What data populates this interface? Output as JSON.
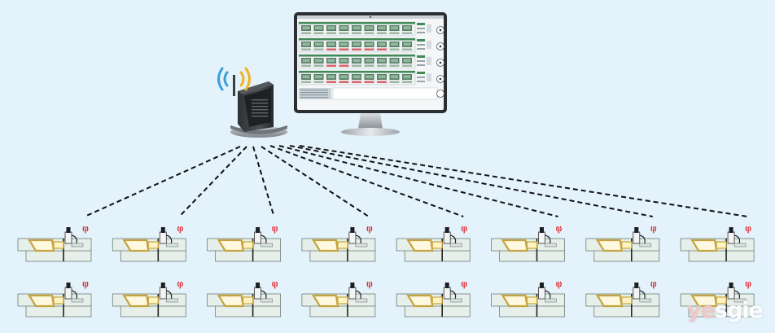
{
  "watermark": {
    "text": "yesgie",
    "lead": "ye",
    "tail": "sgie"
  },
  "colors": {
    "background": "#e3f2fb",
    "monitor_frame": "#2b2f33",
    "router_body": "#3a3d42",
    "link_line": "#111111",
    "wifi_blue": "#3a9fd8",
    "wifi_yellow": "#f2b120",
    "signal_red": "#e0262c",
    "mold_outline": "#c4a43e",
    "machine_body": "#e6efe9"
  },
  "diagram": {
    "hub": "wifi-router",
    "monitor": {
      "panels": 4,
      "cells_per_panel": 9
    },
    "machines": {
      "rows": 2,
      "per_row": 8,
      "icon": "injection-mold-sensor"
    },
    "links": 8
  }
}
